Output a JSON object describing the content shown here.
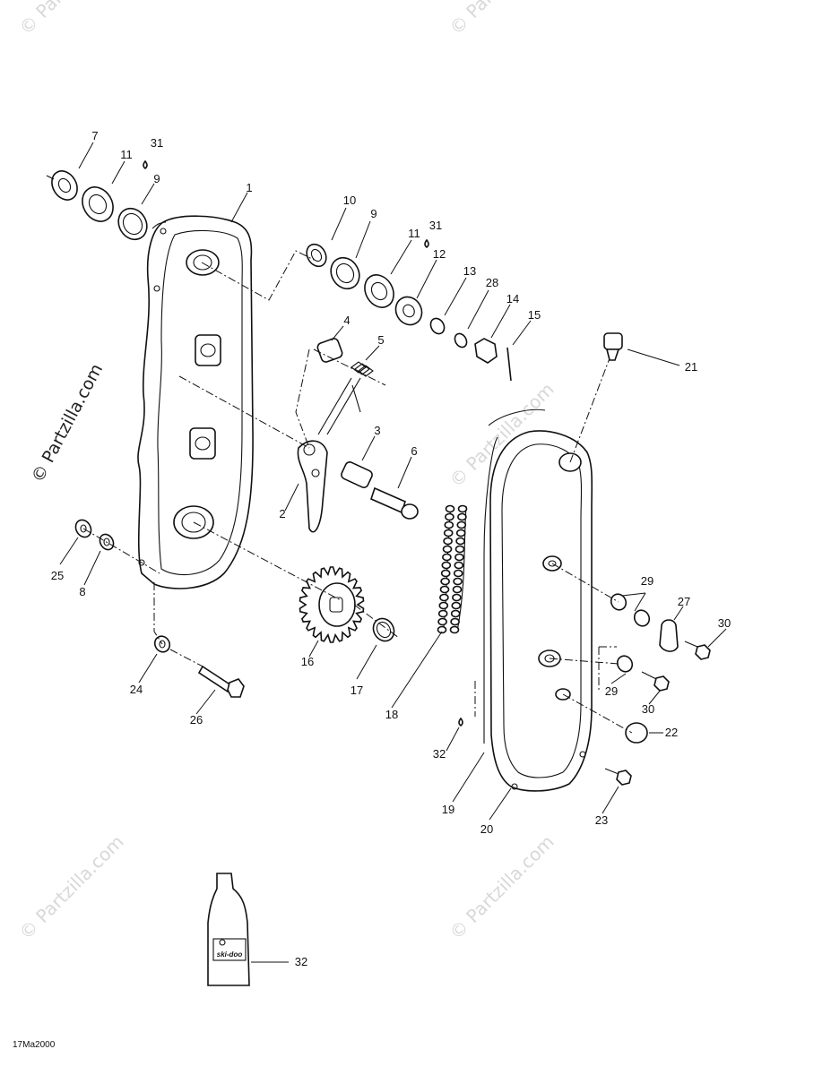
{
  "diagram": {
    "code": "17Ma2000",
    "watermark_side": "© Partzilla.com",
    "watermark_tile": "© Partzilla.com",
    "bottle_label": "ski-doo",
    "callouts": [
      {
        "id": "c7",
        "text": "7"
      },
      {
        "id": "c11a",
        "text": "11"
      },
      {
        "id": "c31a",
        "text": "31"
      },
      {
        "id": "c9a",
        "text": "9"
      },
      {
        "id": "c1",
        "text": "1"
      },
      {
        "id": "c10",
        "text": "10"
      },
      {
        "id": "c9b",
        "text": "9"
      },
      {
        "id": "c11b",
        "text": "11"
      },
      {
        "id": "c31b",
        "text": "31"
      },
      {
        "id": "c12",
        "text": "12"
      },
      {
        "id": "c13",
        "text": "13"
      },
      {
        "id": "c28",
        "text": "28"
      },
      {
        "id": "c14",
        "text": "14"
      },
      {
        "id": "c15",
        "text": "15"
      },
      {
        "id": "c4",
        "text": "4"
      },
      {
        "id": "c5",
        "text": "5"
      },
      {
        "id": "c3",
        "text": "3"
      },
      {
        "id": "c6",
        "text": "6"
      },
      {
        "id": "c2",
        "text": "2"
      },
      {
        "id": "c21",
        "text": "21"
      },
      {
        "id": "c25",
        "text": "25"
      },
      {
        "id": "c8",
        "text": "8"
      },
      {
        "id": "c16",
        "text": "16"
      },
      {
        "id": "c17",
        "text": "17"
      },
      {
        "id": "c18",
        "text": "18"
      },
      {
        "id": "c24",
        "text": "24"
      },
      {
        "id": "c26",
        "text": "26"
      },
      {
        "id": "c29a",
        "text": "29"
      },
      {
        "id": "c27",
        "text": "27"
      },
      {
        "id": "c30a",
        "text": "30"
      },
      {
        "id": "c29b",
        "text": "29"
      },
      {
        "id": "c30b",
        "text": "30"
      },
      {
        "id": "c22",
        "text": "22"
      },
      {
        "id": "c32a",
        "text": "32"
      },
      {
        "id": "c19",
        "text": "19"
      },
      {
        "id": "c20",
        "text": "20"
      },
      {
        "id": "c23",
        "text": "23"
      },
      {
        "id": "c32b",
        "text": "32"
      }
    ]
  }
}
